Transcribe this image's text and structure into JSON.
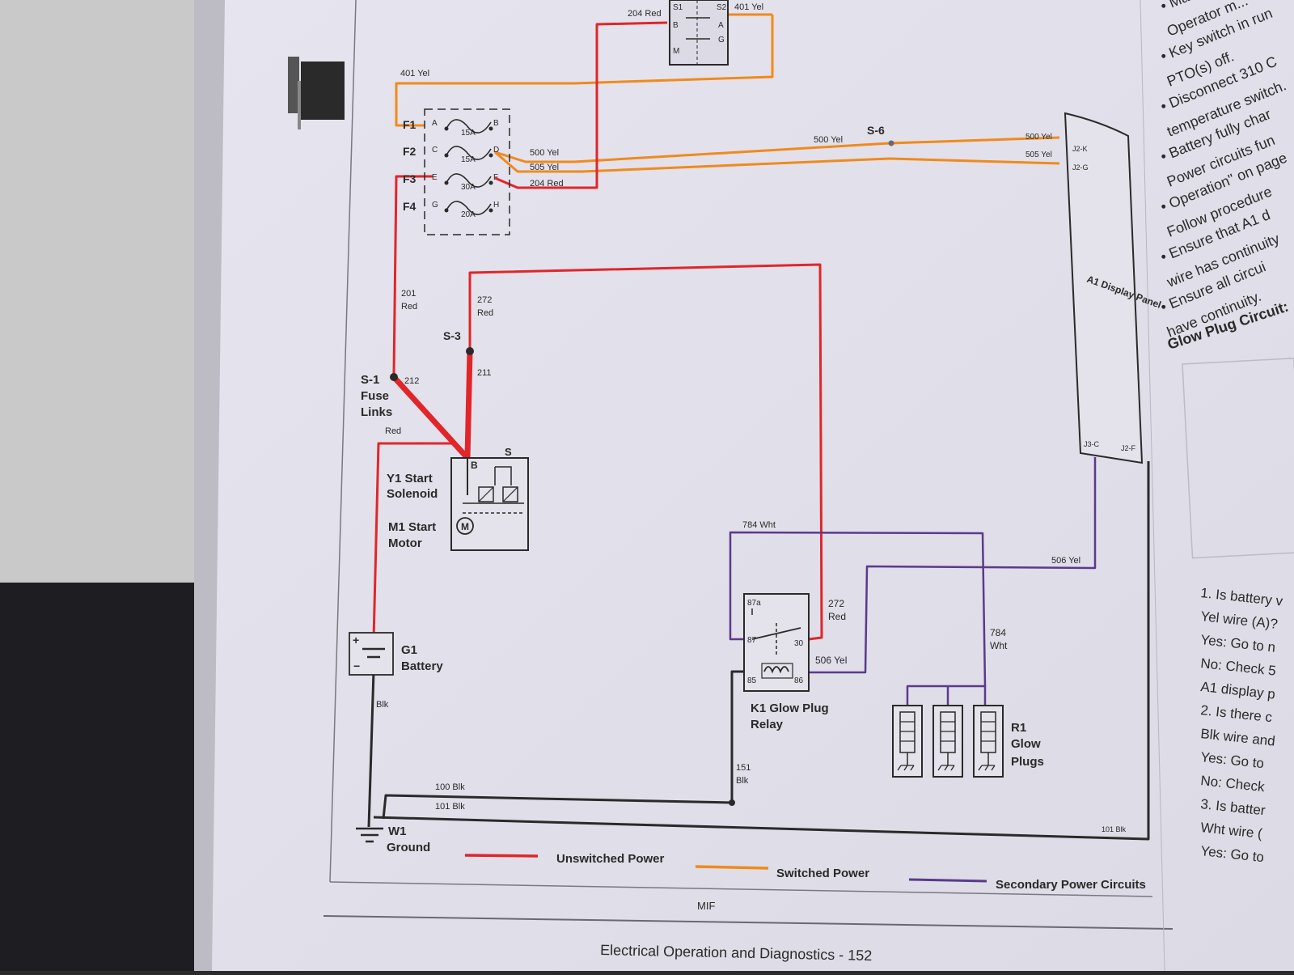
{
  "page": {
    "footer_code": "MIF",
    "footer_title": "Electrical   Operation and Diagnostics - 152"
  },
  "components": {
    "switch_top": {
      "pins": [
        "S1",
        "B",
        "M",
        "A",
        "G",
        "S2"
      ]
    },
    "fuse_block": {
      "fuses": [
        {
          "id": "F1",
          "rating": "15A",
          "in_pin": "A",
          "out_pin": "B"
        },
        {
          "id": "F2",
          "rating": "15A",
          "in_pin": "C",
          "out_pin": "D"
        },
        {
          "id": "F3",
          "rating": "30A",
          "in_pin": "E",
          "out_pin": "F"
        },
        {
          "id": "F4",
          "rating": "20A",
          "in_pin": "G",
          "out_pin": "H"
        }
      ]
    },
    "a1_panel": {
      "label": "A1 Display Panel",
      "pins": [
        "J2-K",
        "J2-G",
        "J3-C",
        "J2-F"
      ]
    },
    "y1": {
      "label_line1": "Y1 Start",
      "label_line2": "Solenoid",
      "pin_b": "B",
      "pin_s": "S"
    },
    "m1": {
      "label_line1": "M1 Start",
      "label_line2": "Motor",
      "symbol": "M"
    },
    "g1": {
      "label_line1": "G1",
      "label_line2": "Battery"
    },
    "k1": {
      "label_line1": "K1 Glow Plug",
      "label_line2": "Relay",
      "pins": [
        "87a",
        "87",
        "30",
        "85",
        "86"
      ]
    },
    "r1": {
      "label_line1": "R1",
      "label_line2": "Glow",
      "label_line3": "Plugs"
    },
    "w1": {
      "label_line1": "W1",
      "label_line2": "Ground"
    }
  },
  "splices": {
    "s1": {
      "line1": "S-1",
      "line2": "Fuse",
      "line3": "Links"
    },
    "s3": "S-3",
    "s6": "S-6"
  },
  "wires": {
    "w204_top": "204 Red",
    "w401_top": "401 Yel",
    "w401_left": "401 Yel",
    "w500_fuse": "500 Yel",
    "w505_fuse": "505 Yel",
    "w204_fuse": "204 Red",
    "w500_mid": "500 Yel",
    "w500_panel": "500 Yel",
    "w505_panel": "505 Yel",
    "w201_num": "201",
    "w201_col": "Red",
    "w272_num": "272",
    "w272_col": "Red",
    "w212": "212",
    "w211": "211",
    "wred_fl": "Red",
    "w784_top": "784 Wht",
    "w272k_num": "272",
    "w272k_col": "Red",
    "w506_right": "506 Yel",
    "w506_k": "506 Yel",
    "w784_num": "784",
    "w784_col": "Wht",
    "w151_num": "151",
    "w151_col": "Blk",
    "wblk_bat": "Blk",
    "w100": "100 Blk",
    "w101": "101 Blk",
    "w101_right": "101 Blk"
  },
  "legend": [
    {
      "label": "Unswitched Power",
      "color": "#e0262a"
    },
    {
      "label": "Switched Power",
      "color": "#f08a1c"
    },
    {
      "label": "Secondary Power Circuits",
      "color": "#5a3a8c"
    }
  ],
  "colors": {
    "unswitched": "#e0262a",
    "switched": "#f08a1c",
    "secondary": "#5a3a8c",
    "ground": "#2a2a2a"
  },
  "sidebar": {
    "bullets": [
      "Ma...",
      "Operator m...",
      "Key switch in run",
      "PTO(s) off.",
      "Disconnect 310 C",
      "temperature switch.",
      "Battery fully char",
      "Power circuits fun",
      "Operation\" on page",
      "Follow procedure",
      "Ensure that A1 d",
      "wire has continuity",
      "Ensure all circui",
      "have continuity."
    ],
    "heading": "Glow Plug Circuit:",
    "steps": [
      "1. Is battery v",
      "Yel wire (A)?",
      "Yes: Go to n",
      "No: Check 5",
      "A1 display p",
      "2. Is there c",
      "Blk wire and",
      "Yes: Go to",
      "No: Check",
      "3. Is batter",
      "Wht wire (",
      "Yes: Go to"
    ]
  }
}
